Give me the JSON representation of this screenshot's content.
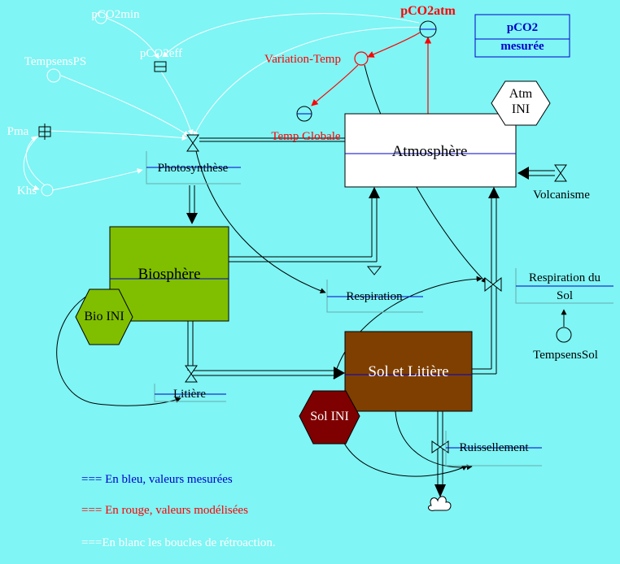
{
  "stocks": {
    "atmosphere": "Atmosphère",
    "biosphere": "Biosphère",
    "sol": "Sol et Litière"
  },
  "flows": {
    "photosynthese": "Photosynthèse",
    "respiration": "Respiration",
    "litiere": "Litière",
    "ruissellement": "Ruissellement",
    "respiration_sol": [
      "Respiration du",
      "Sol"
    ],
    "volcanisme": "Volcanisme"
  },
  "initials": {
    "atm_ini": [
      "Atm",
      "INI"
    ],
    "bio_ini": "Bio INI",
    "sol_ini": "Sol INI"
  },
  "variables": {
    "pco2atm": "pCO2atm",
    "pco2_mesuree": [
      "pCO2",
      "mesurée"
    ],
    "variation_temp": "Variation-Temp",
    "temp_globale": "Temp Globale",
    "pco2min": "pCO2min",
    "pco2eff": "pCO2eff",
    "tempsens_ps": "TempsensPS",
    "pma": "Pma",
    "khs": "Khs",
    "tempsens_sol": "TempsensSol"
  },
  "legend": {
    "blue": "=== En bleu, valeurs mesurées",
    "red": "=== En rouge, valeurs modélisées",
    "white": "===En blanc les boucles de rétroaction."
  },
  "colors": {
    "background": "#7ff5f5",
    "biosphere_fill": "#7fbf00",
    "sol_fill": "#7f3f00",
    "sol_ini_fill": "#7f0000",
    "modeled": "#ff0000",
    "measured": "#0000cc",
    "feedback": "#ffffff"
  }
}
